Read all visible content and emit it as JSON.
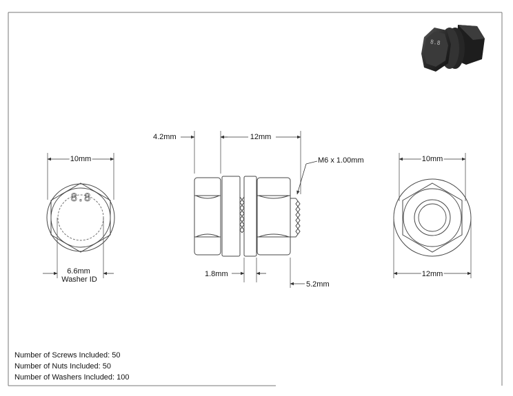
{
  "colors": {
    "line": "#444444",
    "dim": "#333333",
    "background": "#ffffff",
    "render_dark": "#2b2b2b"
  },
  "thumbnail": {
    "stamp": "8.8"
  },
  "front_view": {
    "width_label": "10mm",
    "stamp": "8.8",
    "washer_id_label": "6.6mm",
    "washer_id_caption": "Washer ID"
  },
  "side_view": {
    "head_height_label": "4.2mm",
    "overall_label": "12mm",
    "thread_label": "M6 x 1.00mm",
    "washer_thickness_label": "1.8mm",
    "nut_height_label": "5.2mm"
  },
  "rear_view": {
    "top_width_label": "10mm",
    "bottom_width_label": "12mm"
  },
  "notes": [
    "Number of Screws Included: 50",
    "Number of Nuts Included: 50",
    "Number of Washers Included: 100"
  ]
}
